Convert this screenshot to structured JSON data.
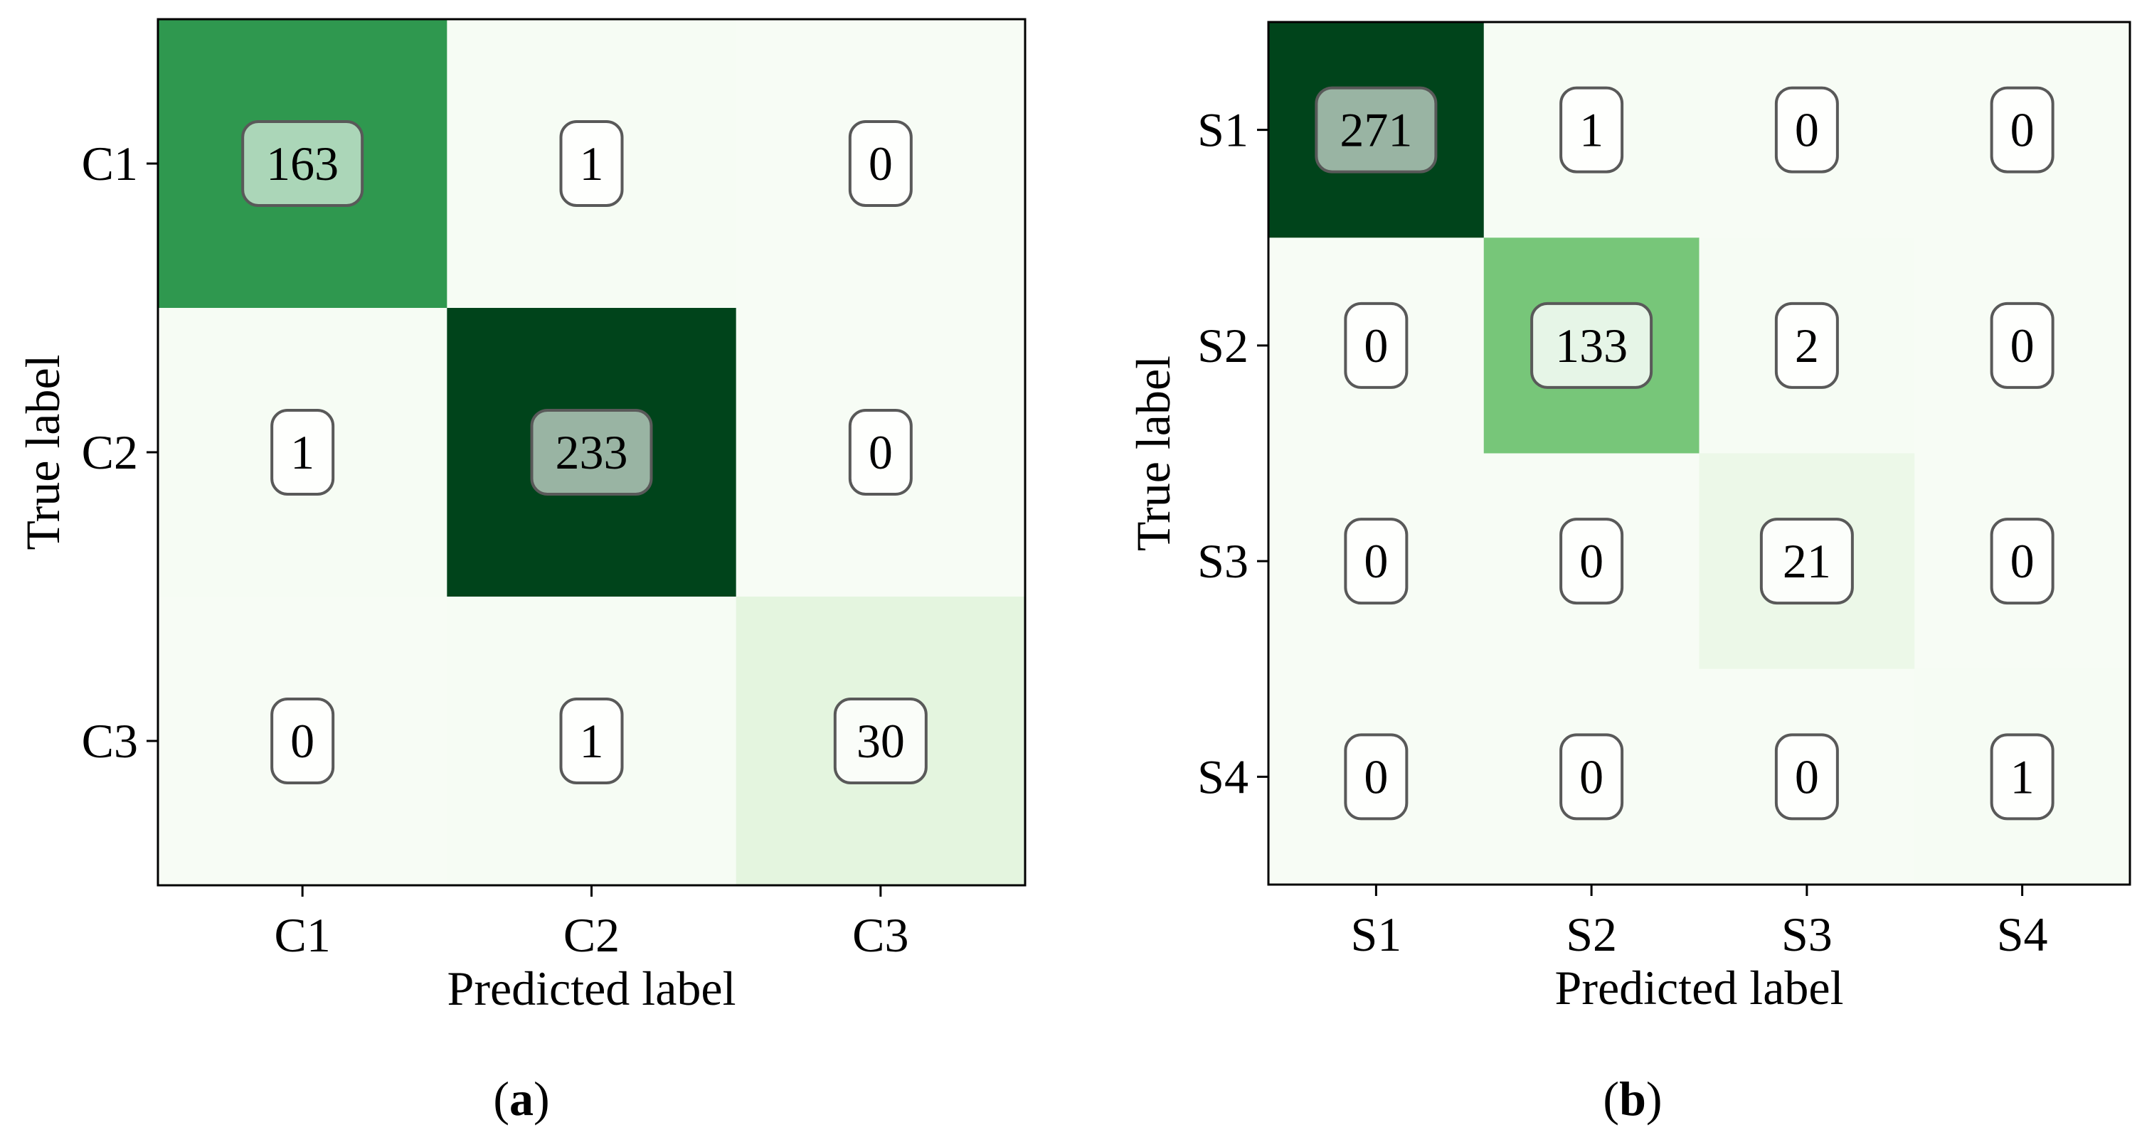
{
  "chart_data": [
    {
      "type": "heatmap",
      "panel_label": "(a)",
      "panel_letter": "a",
      "xlabel": "Predicted label",
      "ylabel": "True label",
      "x_categories": [
        "C1",
        "C2",
        "C3"
      ],
      "y_categories": [
        "C1",
        "C2",
        "C3"
      ],
      "values": [
        [
          163,
          1,
          0
        ],
        [
          1,
          233,
          0
        ],
        [
          0,
          1,
          30
        ]
      ],
      "colormap": "Greens",
      "colors": {
        "low": "#f7fcf5",
        "high": "#00441b"
      }
    },
    {
      "type": "heatmap",
      "panel_label": "(b)",
      "panel_letter": "b",
      "xlabel": "Predicted label",
      "ylabel": "True label",
      "x_categories": [
        "S1",
        "S2",
        "S3",
        "S4"
      ],
      "y_categories": [
        "S1",
        "S2",
        "S3",
        "S4"
      ],
      "values": [
        [
          271,
          1,
          0,
          0
        ],
        [
          0,
          133,
          2,
          0
        ],
        [
          0,
          0,
          21,
          0
        ],
        [
          0,
          0,
          0,
          1
        ]
      ],
      "colormap": "Greens",
      "colors": {
        "low": "#f7fcf5",
        "high": "#00441b"
      }
    }
  ]
}
